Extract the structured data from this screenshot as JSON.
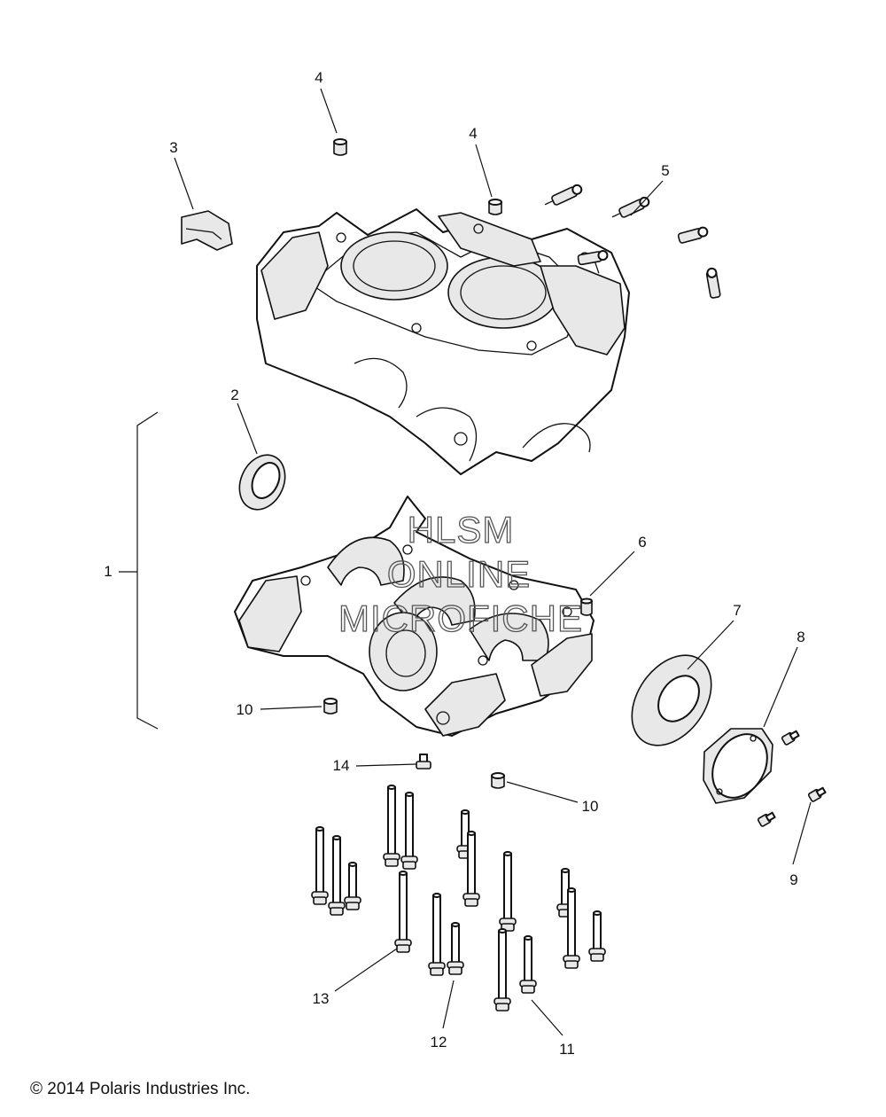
{
  "callouts": {
    "c1": "1",
    "c2": "2",
    "c3": "3",
    "c4a": "4",
    "c4b": "4",
    "c5": "5",
    "c6": "6",
    "c7": "7",
    "c8": "8",
    "c9": "9",
    "c10a": "10",
    "c10b": "10",
    "c11": "11",
    "c12": "12",
    "c13": "13",
    "c14": "14"
  },
  "watermark": {
    "line1": "HLSM",
    "line2": "ONLINE",
    "line3": "MICROFICHE"
  },
  "copyright": "© 2014 Polaris Industries Inc."
}
